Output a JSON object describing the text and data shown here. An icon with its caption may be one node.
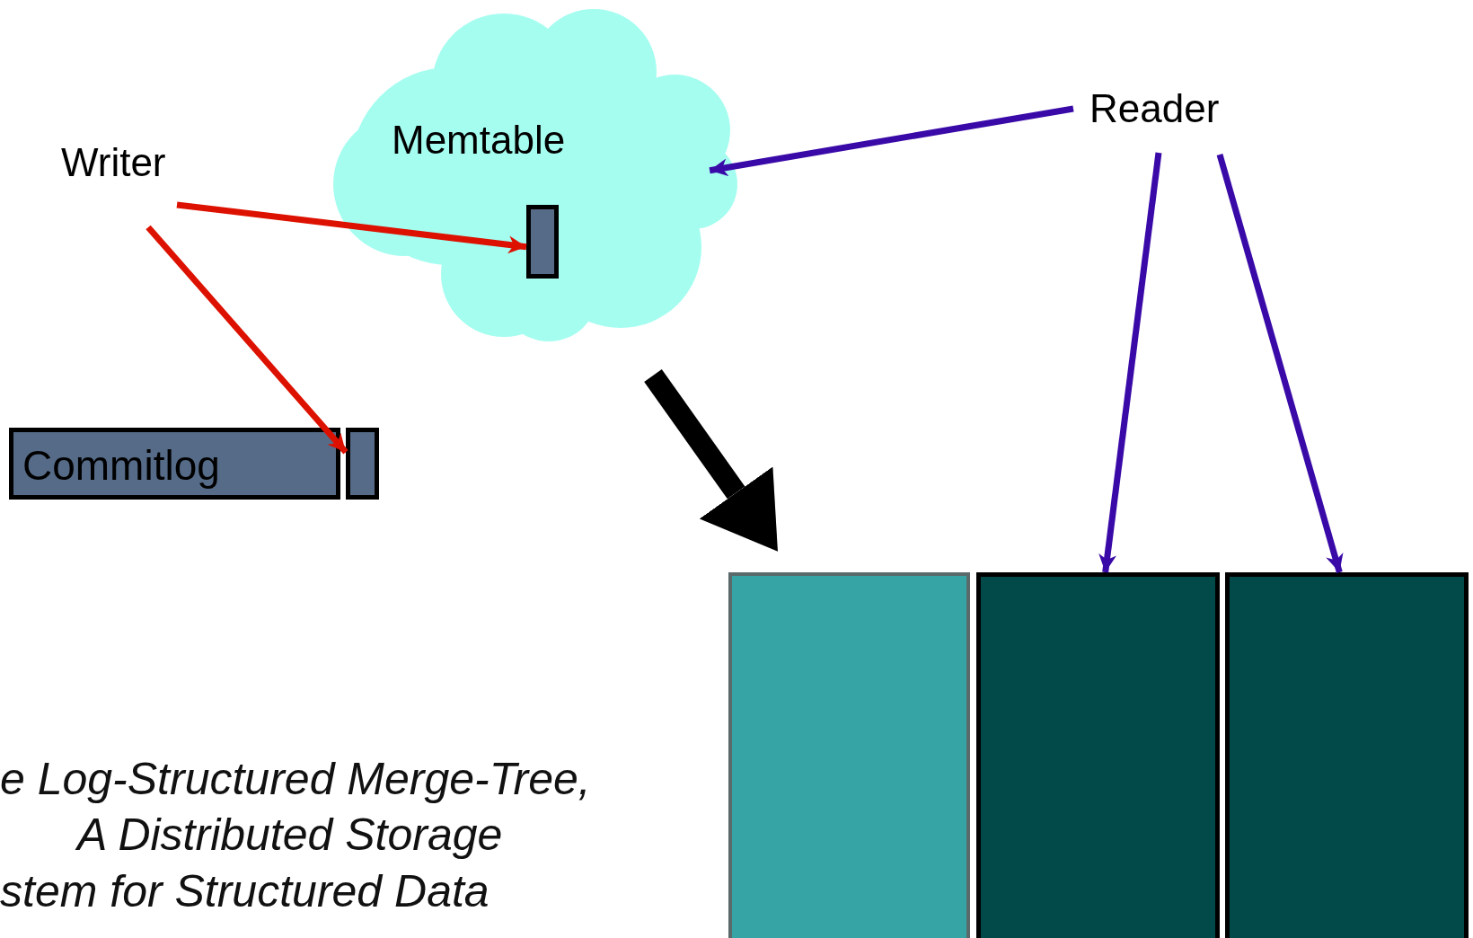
{
  "diagram": {
    "nodes": [
      {
        "text": [
          "Writer"
        ]
      },
      {
        "text": [
          "Memtable"
        ]
      },
      {
        "text": [],
        "shape": "box",
        "in": 1
      },
      {
        "text": [
          "Reader"
        ]
      },
      {
        "text": [
          "Commitlog"
        ]
      },
      {
        "text": [],
        "shape": "box"
      },
      {
        "text": [],
        "shape": "box"
      },
      {
        "text": [],
        "shape": "box"
      },
      {
        "text": [],
        "shape": "box"
      }
    ],
    "edges": [
      {
        "from": 0,
        "to": 2,
        "arrow": "to",
        "color": "#dd1100"
      },
      {
        "from": 0,
        "to": 5,
        "arrow": "to",
        "color": "#dd1100"
      },
      {
        "from": 3,
        "to": 1,
        "arrow": "to",
        "color": "#3a0aa8"
      },
      {
        "from": 3,
        "to": 7,
        "arrow": "to",
        "color": "#3a0aa8"
      },
      {
        "from": 3,
        "to": 8,
        "arrow": "to",
        "color": "#3a0aa8"
      },
      {
        "from": 1,
        "to": 6,
        "arrow": "to",
        "style": "thick",
        "color": "#000000"
      }
    ],
    "labels": [
      "e Log-Structured Merge-Tree,",
      "A Distributed Storage",
      "stem for Structured Data"
    ]
  }
}
